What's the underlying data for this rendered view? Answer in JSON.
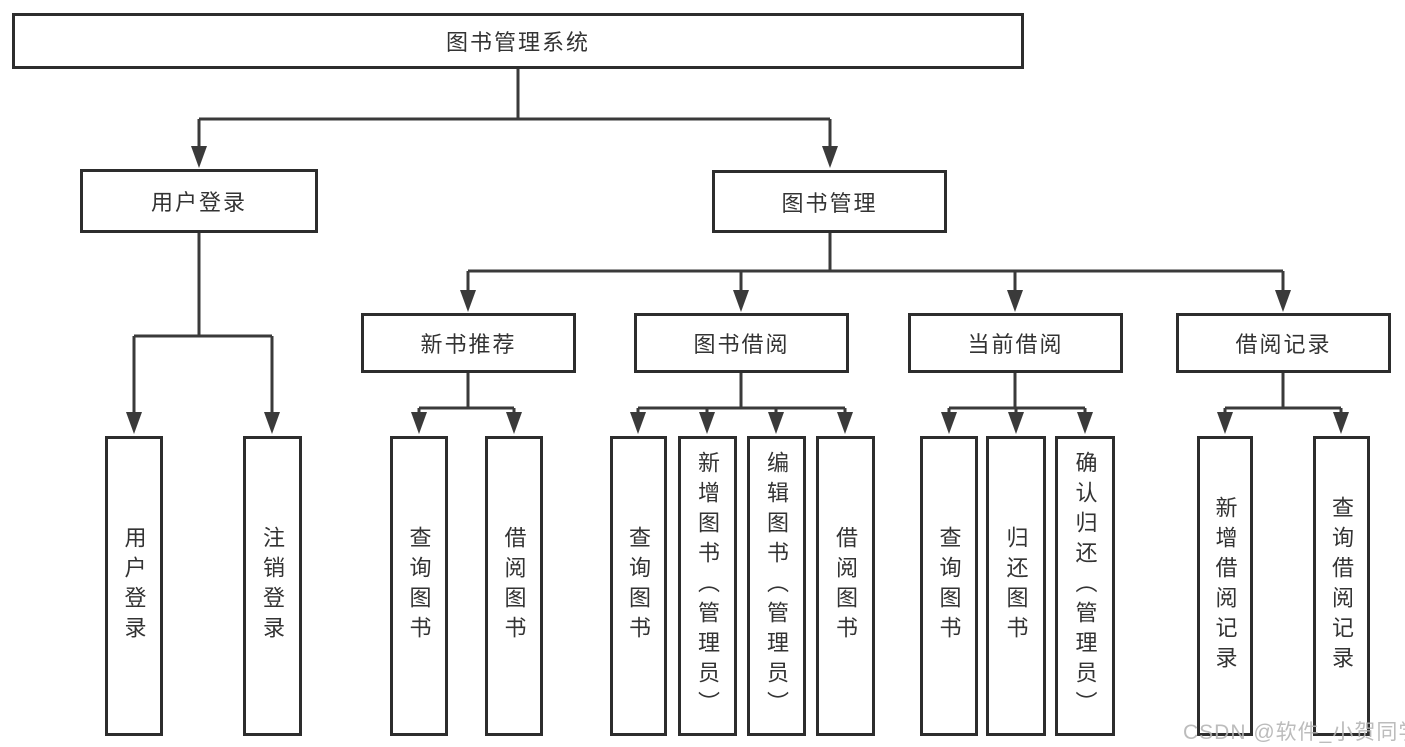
{
  "tree": {
    "root": "图书管理系统",
    "level2": [
      {
        "label": "用户登录",
        "children": [
          "用户登录",
          "注销登录"
        ]
      },
      {
        "label": "图书管理",
        "children": [
          {
            "label": "新书推荐",
            "children": [
              "查询图书",
              "借阅图书"
            ]
          },
          {
            "label": "图书借阅",
            "children": [
              "查询图书",
              "新增图书（管理员）",
              "编辑图书（管理员）",
              "借阅图书"
            ]
          },
          {
            "label": "当前借阅",
            "children": [
              "查询图书",
              "归还图书",
              "确认归还（管理员）"
            ]
          },
          {
            "label": "借阅记录",
            "children": [
              "新增借阅记录",
              "查询借阅记录"
            ]
          }
        ]
      }
    ]
  },
  "watermark": "CSDN @软件_小贺同学",
  "colors": {
    "line": "#3a3a3a",
    "box_border": "#2d2d2d",
    "text": "#333333",
    "watermark": "#b5b5b5",
    "background": "#ffffff"
  }
}
